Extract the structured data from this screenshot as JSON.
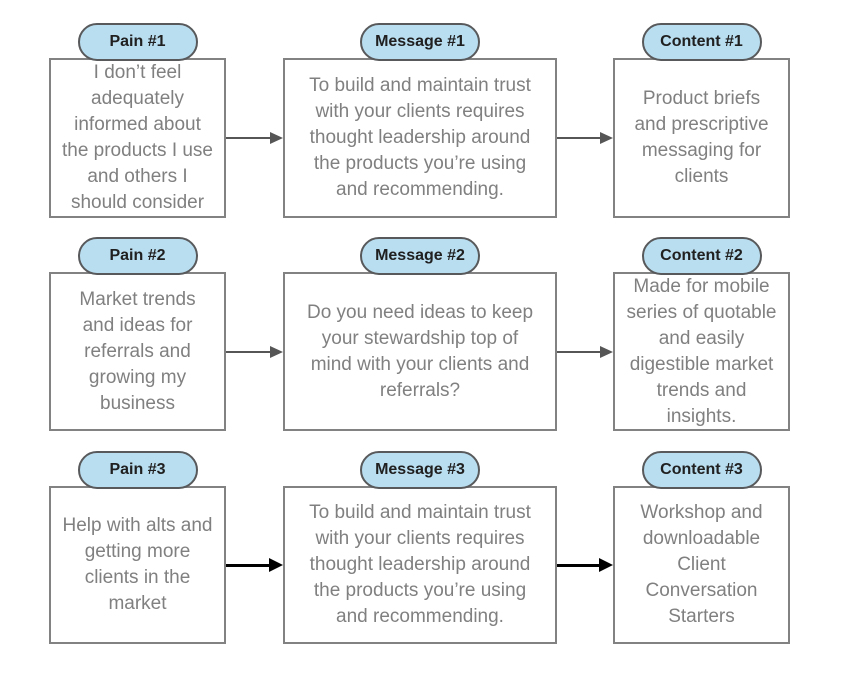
{
  "diagram": {
    "colors": {
      "background": "#ffffff",
      "pill_fill": "#b9def0",
      "pill_border": "#58595b",
      "pill_text": "#202020",
      "box_border": "#828282",
      "box_text": "#808080",
      "arrow_gray": "#565656",
      "arrow_black": "#000000"
    },
    "rows": [
      {
        "pain": {
          "label": "Pain #1",
          "lines": [
            "I don’t feel",
            "adequately",
            "informed about",
            "the products I use",
            "and others I",
            "should consider"
          ]
        },
        "message": {
          "label": "Message #1",
          "lines": [
            "To build and maintain trust",
            "with your clients requires",
            "thought leadership around",
            "the products you’re using",
            "and recommending."
          ]
        },
        "content": {
          "label": "Content #1",
          "lines": [
            "Product briefs",
            "and prescriptive",
            "messaging for",
            "clients"
          ]
        }
      },
      {
        "pain": {
          "label": "Pain #2",
          "lines": [
            "Market trends",
            "and ideas for",
            "referrals and",
            "growing my",
            "business"
          ]
        },
        "message": {
          "label": "Message #2",
          "lines": [
            "Do you need ideas to keep",
            "your stewardship top of",
            "mind with your clients and",
            "referrals?"
          ]
        },
        "content": {
          "label": "Content #2",
          "lines": [
            "Made for mobile",
            "series of quotable",
            "and easily",
            "digestible market",
            "trends and",
            "insights."
          ]
        }
      },
      {
        "pain": {
          "label": "Pain #3",
          "lines": [
            "Help with alts and",
            "getting more",
            "clients in the",
            "market"
          ]
        },
        "message": {
          "label": "Message #3",
          "lines": [
            "To build and maintain trust",
            "with your clients requires",
            "thought leadership around",
            "the products you’re using",
            "and recommending."
          ]
        },
        "content": {
          "label": "Content #3",
          "lines": [
            "Workshop and",
            "downloadable",
            "Client",
            "Conversation",
            "Starters"
          ]
        }
      }
    ]
  }
}
